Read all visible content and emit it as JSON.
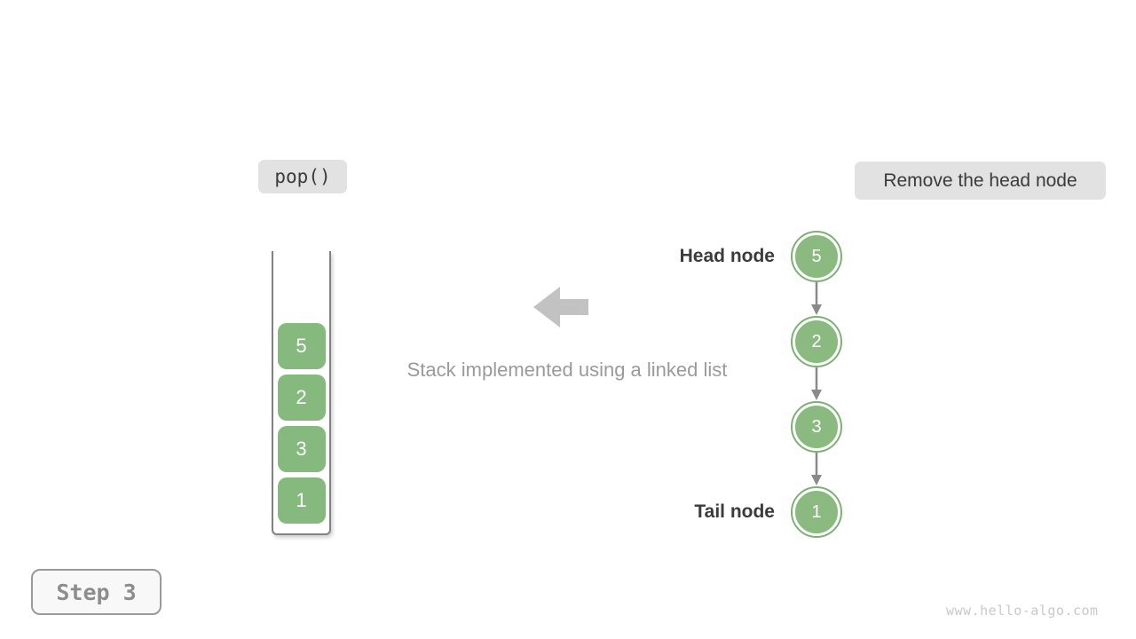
{
  "op_badge": {
    "label": "pop()"
  },
  "action_badge": {
    "label": "Remove the head node"
  },
  "stack": {
    "items": [
      "5",
      "2",
      "3",
      "1"
    ]
  },
  "caption": "Stack implemented using a linked list",
  "linked_list": {
    "head_label": "Head node",
    "tail_label": "Tail node",
    "nodes": [
      "5",
      "2",
      "3",
      "1"
    ]
  },
  "step_badge": {
    "label": "Step 3"
  },
  "watermark": "www.hello-algo.com",
  "colors": {
    "node_green": "#8aba80",
    "node_ring_green": "#7cb173",
    "stack_item_green": "#85b97d",
    "badge_gray": "#e2e2e2",
    "text_dark": "#3b3b3b",
    "caption_gray": "#9a9a9a",
    "block_arrow_gray": "#c2c2c2",
    "link_arrow_gray": "#8a8a8a",
    "watermark_gray": "#c9c9c9"
  }
}
